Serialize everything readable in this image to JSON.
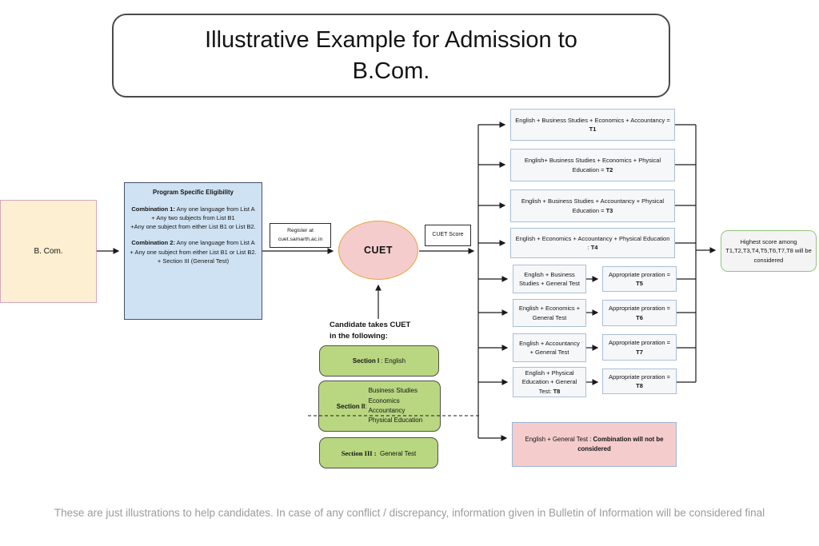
{
  "colors": {
    "line": "#1a1a1a",
    "title_border": "#4a4a4a",
    "program_fill": "#fdf0d2",
    "program_border": "#d5a6bd",
    "elig_fill": "#cfe2f3",
    "elig_border": "#44546a",
    "box_border": "#2b2b2b",
    "cuet_fill": "#f5cccc",
    "cuet_border": "#e7a33e",
    "combo_fill": "#f6f7f9",
    "combo_border": "#a9bfd9",
    "section_fill": "#b9d780",
    "section_border": "#4f4f4f",
    "reject_fill": "#f5cccc",
    "reject_border": "#9db5d9",
    "highest_fill": "#f4f4f4",
    "highest_border": "#93c47d",
    "footer_text": "#9b9b9b"
  },
  "title": {
    "line1": "Illustrative Example for Admission to",
    "line2": "B.Com."
  },
  "program_box": {
    "label": "B. Com."
  },
  "eligibility": {
    "heading": "Program Specific Eligibility",
    "combo1_label": "Combination 1:",
    "combo1_text": " Any one language from List A",
    "combo1_line2": "+  Any two subjects from List B1",
    "combo1_line3": "+Any one subject from either List B1 or List B2.",
    "combo2_label": "Combination 2:",
    "combo2_text": " Any one language from List A",
    "combo2_line2": "+ Any one subject from either List B1 or List B2.",
    "combo2_line3": "+ Section III (General Test)"
  },
  "register_box": {
    "line1": "Register at",
    "line2": "cuet.samarth.ac.in"
  },
  "cuet_node": {
    "label": "CUET"
  },
  "score_box": {
    "label": "CUET Score"
  },
  "result_boxes": [
    {
      "text": "English + Business Studies + Economics + Accountancy = ",
      "code": "T1"
    },
    {
      "text": "English+ Business Studies + Economics + Physical Education = ",
      "code": "T2"
    },
    {
      "text": "English + Business Studies + Accountancy + Physical Education = ",
      "code": "T3"
    },
    {
      "text": "English + Economics + Accountancy + Physical Education : ",
      "code": "T4"
    }
  ],
  "proration_rows": [
    {
      "subjects": "English + Business Studies + General Test",
      "subjects_code": "",
      "proration": "Appropriate proration = ",
      "code": "T5"
    },
    {
      "subjects": "English + Economics + General Test",
      "subjects_code": "",
      "proration": "Appropriate proration = ",
      "code": "T6"
    },
    {
      "subjects": "English + Accountancy + General Test",
      "subjects_code": "",
      "proration": "Appropriate proration = ",
      "code": "T7"
    },
    {
      "subjects": "English + Physical Education + General Test: ",
      "subjects_code": "T8",
      "proration": "Appropriate proration = ",
      "code": "T8"
    }
  ],
  "reject_box": {
    "text": "English + General Test : ",
    "bold": "Combination will not be considered"
  },
  "highest_box": {
    "text": "Highest score among T1,T2,T3,T4,T5,T6,T7,T8 will be considered"
  },
  "candidate_note": {
    "line1": "Candidate takes CUET",
    "line2": "in the following:"
  },
  "sections": [
    {
      "label": "Section I",
      "separator": " : ",
      "content": "English"
    },
    {
      "label": "Section II",
      "separator": " : ",
      "items": [
        "Business Studies",
        "Economics",
        "Accountancy",
        "Physical Education"
      ]
    },
    {
      "label": "Section III : ",
      "content": "General Test"
    }
  ],
  "footer": "These are just illustrations to help candidates. In case of any conflict / discrepancy, information given in Bulletin of Information will be considered final"
}
